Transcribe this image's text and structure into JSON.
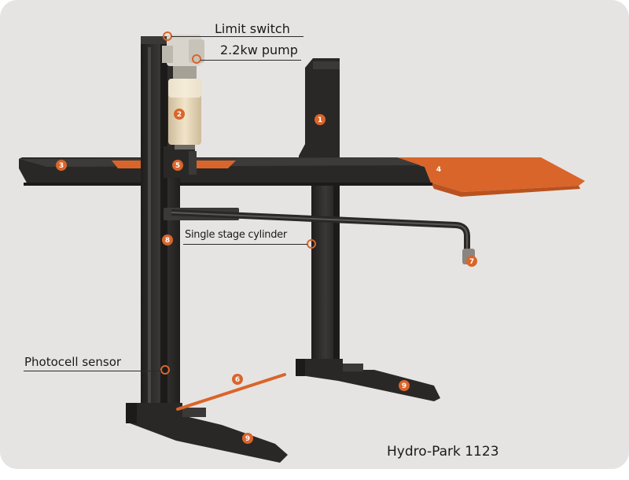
{
  "callouts": {
    "limit_switch": "Limit switch",
    "pump": "2.2kw pump",
    "cylinder": "Single stage cylinder",
    "photocell": "Photocell sensor"
  },
  "model_name": "Hydro-Park 1123",
  "badges": [
    "1",
    "2",
    "3",
    "4",
    "5",
    "6",
    "7",
    "8",
    "9",
    "9"
  ],
  "colors": {
    "background": "#e6e4e2",
    "frame": "#2a2827",
    "frame_dark": "#1c1b1a",
    "accent": "#d9652b",
    "pump_tank": "#e3d2b4",
    "motor": "#d8d4cc"
  }
}
